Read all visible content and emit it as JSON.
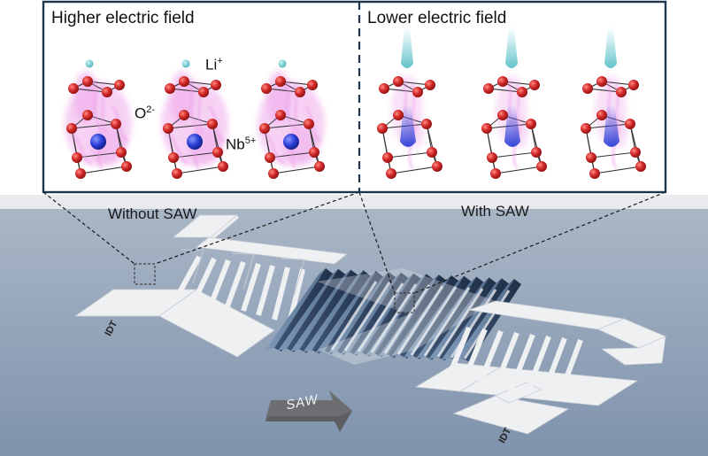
{
  "panels": {
    "left_title": "Higher electric field",
    "right_title": "Lower electric field"
  },
  "ions": {
    "li": "Li",
    "li_charge": "+",
    "o": "O",
    "o_charge": "2-",
    "nb": "Nb",
    "nb_charge": "5+"
  },
  "labels": {
    "without_saw": "Without SAW",
    "with_saw": "With SAW",
    "saw_arrow": "SAW",
    "idt_left": "IDT",
    "idt_right": "IDT"
  },
  "colors": {
    "substrate": "#8ea1b8",
    "electrode": "#eef0f2",
    "panel_border": "#1e3550",
    "oxygen": "#d42a2a",
    "niobium": "#2b3fd6",
    "lithium": "#6cc9cf",
    "field": "#ec9ce8"
  }
}
